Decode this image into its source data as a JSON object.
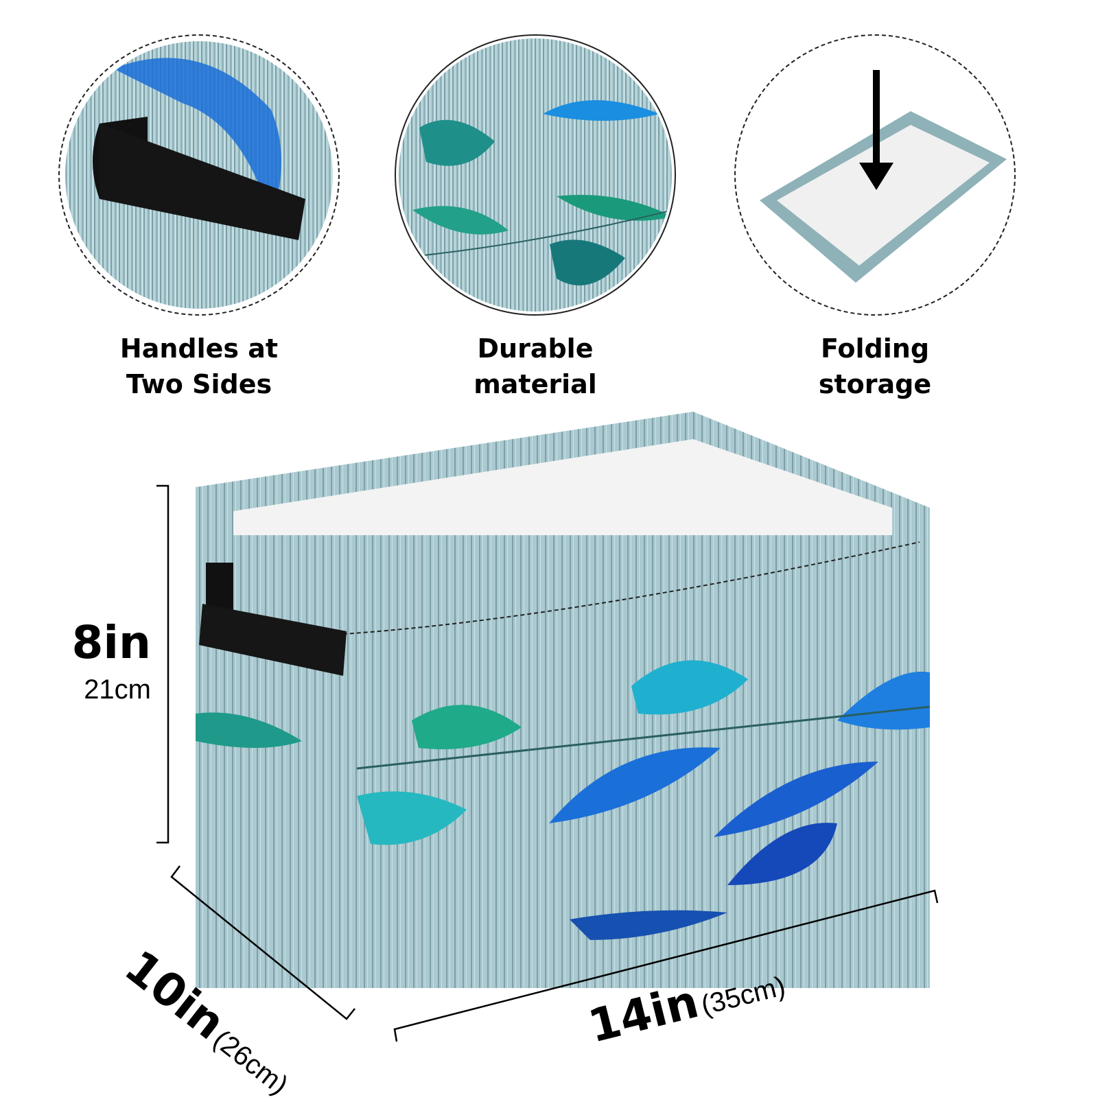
{
  "features": [
    {
      "label_line1": "Handles at",
      "label_line2": "Two Sides",
      "icon": "handle-icon"
    },
    {
      "label_line1": "Durable",
      "label_line2": "material",
      "icon": "fabric-icon"
    },
    {
      "label_line1": "Folding",
      "label_line2": "storage",
      "icon": "folding-arrow-icon"
    }
  ],
  "dimensions": {
    "height_in": "8in",
    "height_cm": "21cm",
    "depth_in": "10in",
    "depth_cm": "(26cm)",
    "width_in": "14in",
    "width_cm": "(35cm)"
  },
  "colors": {
    "fabric": "#a9c9d0",
    "leaf_blue": "#1a5fd0",
    "leaf_teal": "#1fa89a",
    "handle": "#111111"
  }
}
